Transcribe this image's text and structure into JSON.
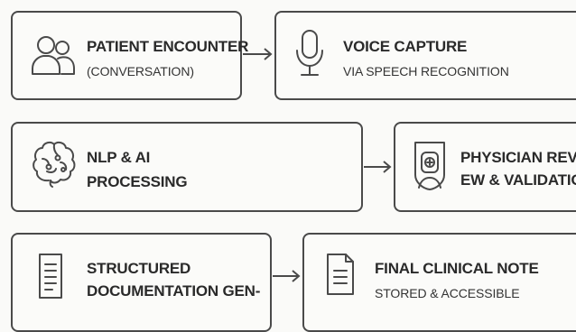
{
  "steps": [
    {
      "title": "PATIENT ENCOUNTER",
      "subtitle": "(CONVERSATION)",
      "icon": "patients-icon"
    },
    {
      "title": "VOICE CAPTURE",
      "subtitle": "VIA SPEECH RECOGNITION",
      "icon": "microphone-icon"
    },
    {
      "title_line1": "NLP & AI",
      "title_line2": "PROCESSING",
      "icon": "brain-icon"
    },
    {
      "title_line1": "PHYSICIAN REV-",
      "title_line2": "EW & VALIDATION",
      "icon": "physician-shield-icon"
    },
    {
      "title_line1": "STRUCTURED",
      "title_line2": "DOCUMENTATION GEN-",
      "icon": "document-icon"
    },
    {
      "title": "FINAL CLINICAL NOTE",
      "subtitle": "STORED & ACCESSIBLE",
      "icon": "clinical-note-icon"
    }
  ],
  "colors": {
    "stroke": "#4a4a4a",
    "background": "#fafaf8",
    "text": "#2a2a2a"
  }
}
